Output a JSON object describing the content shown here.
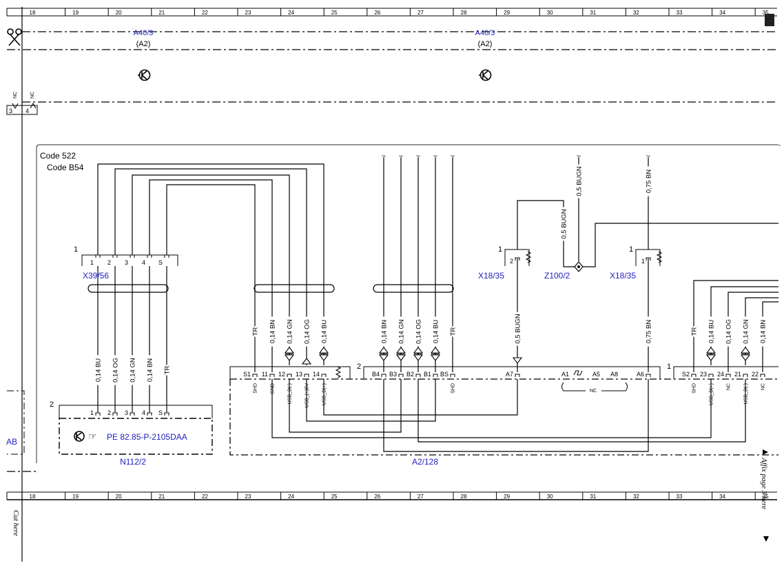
{
  "ruler": {
    "columns": [
      "18",
      "19",
      "20",
      "21",
      "22",
      "23",
      "24",
      "25",
      "26",
      "27",
      "28",
      "29",
      "30",
      "31",
      "32",
      "33",
      "34",
      "35"
    ]
  },
  "cut_labels": {
    "left": "Cut here",
    "right_top": "Affix page 3 here"
  },
  "ground_points": [
    {
      "id": "A40/3",
      "sub": "(A2)"
    },
    {
      "id": "A40/3",
      "sub": "(A2)"
    }
  ],
  "left_connector": {
    "pins": [
      "3",
      "4"
    ],
    "nc": [
      "NC",
      "NC"
    ]
  },
  "codes": {
    "outer": "Code 522",
    "inner": "Code B54"
  },
  "connectors": {
    "x39_56": {
      "name": "X39/56",
      "num": "1",
      "pins": [
        "1",
        "2",
        "3",
        "4",
        "S"
      ]
    },
    "x18_35_a": {
      "name": "X18/35",
      "num": "1",
      "pin": "2"
    },
    "x18_35_b": {
      "name": "X18/35",
      "num": "1",
      "pin": "1"
    },
    "z100_2": {
      "name": "Z100/2"
    }
  },
  "wires_left": [
    "0,14 BU",
    "0,14 OG",
    "0,14 GN",
    "0,14 BN",
    "TR"
  ],
  "wires_usb": [
    "TR",
    "0,14 BN",
    "0,14 GN",
    "0,14 OG",
    "0,14 BU"
  ],
  "wires_b": [
    "0,14 BN",
    "0,14 GN",
    "0,14 OG",
    "0,14 BU",
    "TR"
  ],
  "wire_top_bugn": "0,5 BUGN",
  "wire_left_bugn": "0,5 BUGN",
  "wire_top_bn": "0,75 BN",
  "wire_a7": "0,5 BUGN",
  "wire_a6": "0,75 BN",
  "wires_right": [
    "TR",
    "0,14 BU",
    "0,14 OG",
    "0,14 GN",
    "0,14 BN"
  ],
  "module_n112": {
    "name": "N112/2",
    "num": "2",
    "pins": [
      "1",
      "2",
      "3",
      "4",
      "S"
    ],
    "ref": "PE 82.85-P-2105DAA"
  },
  "module_a2": {
    "name": "A2/128",
    "pins_a": [
      "S1",
      "11",
      "12",
      "13",
      "14"
    ],
    "pins_b": [
      "B4",
      "B3",
      "B2",
      "B1",
      "BS"
    ],
    "pins_mid": [
      "A7",
      "A1",
      "A5",
      "A8",
      "A6"
    ],
    "pins_right": [
      "S2",
      "23",
      "24",
      "21",
      "22"
    ],
    "signals_a": [
      "SHD",
      "GND",
      "USB_D(-)",
      "USB_(+)5V",
      "USB_D(+)"
    ],
    "signals_b": "SHD",
    "signals_right": [
      "SHD",
      "USB_D(+)",
      "NC",
      "USB_D(-)",
      "NC"
    ],
    "nc": "NC",
    "label1": "1",
    "label2": "2"
  },
  "left_edge_label": "AB"
}
